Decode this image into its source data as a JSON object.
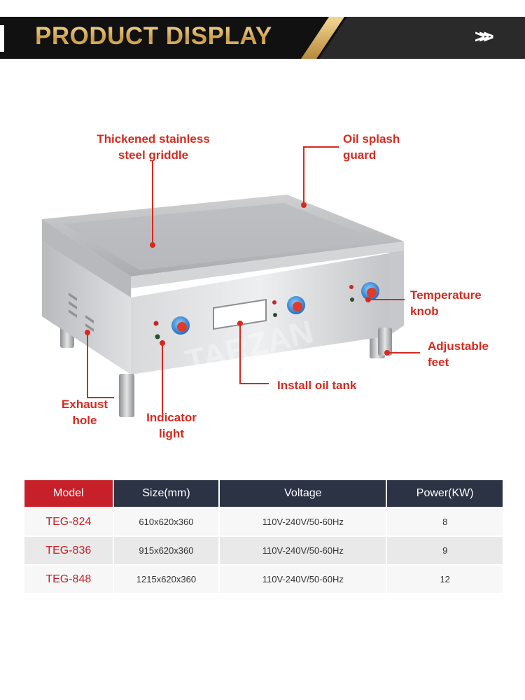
{
  "header": {
    "title": "PRODUCT DISPLAY",
    "chevrons": ">>>"
  },
  "product": {
    "watermark": "TARZAN",
    "callouts": {
      "griddle": "Thickened stainless\nsteel griddle",
      "splash_guard": "Oil splash\nguard",
      "temperature_knob": "Temperature\nknob",
      "adjustable_feet": "Adjustable\nfeet",
      "oil_tank": "Install oil tank",
      "exhaust_hole": "Exhaust\nhole",
      "indicator_light": "Indicator\nlight"
    },
    "colors": {
      "callout_red": "#d62a1f",
      "knob_blue": "#2f8fe0",
      "knob_red": "#e23a2a"
    }
  },
  "spec_table": {
    "headers": [
      "Model",
      "Size(mm)",
      "Voltage",
      "Power(KW)"
    ],
    "rows": [
      [
        "TEG-824",
        "610x620x360",
        "110V-240V/50-60Hz",
        "8"
      ],
      [
        "TEG-836",
        "915x620x360",
        "110V-240V/50-60Hz",
        "9"
      ],
      [
        "TEG-848",
        "1215x620x360",
        "110V-240V/50-60Hz",
        "12"
      ]
    ],
    "colors": {
      "model_header": "#c8202a",
      "dark_header": "#2c3344",
      "model_text": "#c8202a"
    }
  }
}
